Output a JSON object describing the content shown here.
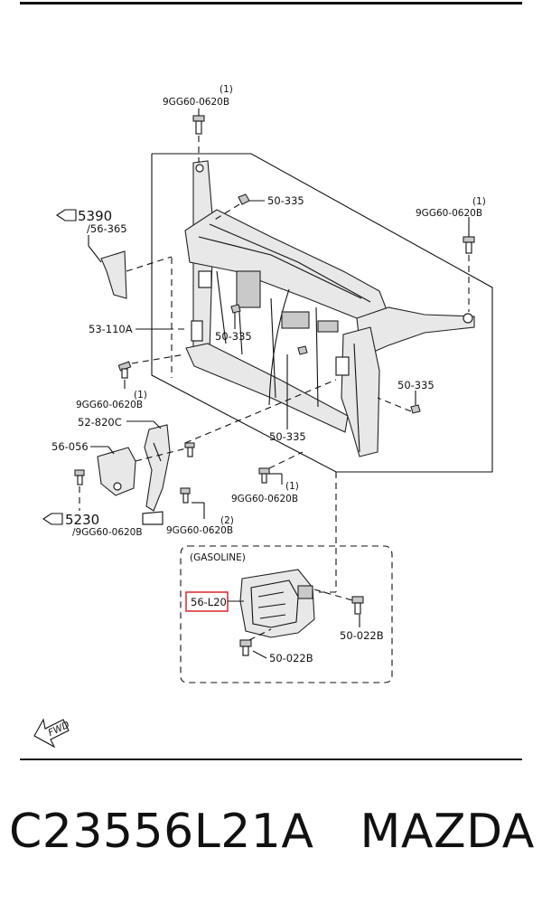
{
  "callouts": {
    "bolt_top": {
      "code": "9GG60-0620B",
      "qty": "(1)"
    },
    "nut_top": "50-335",
    "bolt_right": {
      "code": "9GG60-0620B",
      "qty": "(1)"
    },
    "ref_5390": "5390",
    "ref_56_365": "/56-365",
    "panel": "53-110A",
    "nut_mid": "50-335",
    "bolt_left": {
      "code": "9GG60-0620B",
      "qty": "(1)"
    },
    "nut_right": "50-335",
    "nut_center": "50-335",
    "lock": "52-820C",
    "bracket_left": "56-056",
    "bolt_center": {
      "code": "9GG60-0620B",
      "qty": "(1)"
    },
    "ref_5230": "5230",
    "ref_5230_bolt": "/9GG60-0620B",
    "bolt_latch": {
      "code": "9GG60-0620B",
      "qty": "(2)"
    },
    "gasoline": "(GASOLINE)",
    "highlighted": "56-L20",
    "bolt_b1": "50-022B",
    "bolt_b2": "50-022B",
    "fwd": "FWD"
  },
  "part_number": "C23556L21A",
  "brand": "MAZDA",
  "colors": {
    "highlight": "#e0333a",
    "ink": "#111111"
  }
}
